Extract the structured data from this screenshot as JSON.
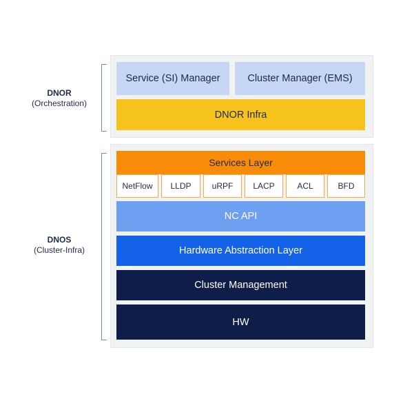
{
  "dnor": {
    "title": "DNOR",
    "subtitle": "(Orchestration)",
    "service_manager": "Service (SI) Manager",
    "cluster_manager": "Cluster Manager (EMS)",
    "infra": "DNOR Infra"
  },
  "dnos": {
    "title": "DNOS",
    "subtitle": "(Cluster-Infra)",
    "services_layer": "Services Layer",
    "protocols": [
      "NetFlow",
      "LLDP",
      "uRPF",
      "LACP",
      "ACL",
      "BFD"
    ],
    "nc_api": "NC API",
    "hal": "Hardware Abstraction Layer",
    "cluster_management": "Cluster Management",
    "hw": "HW"
  },
  "colors": {
    "light_blue": "#c6d6f5",
    "yellow": "#f6c21c",
    "orange": "#f88b07",
    "sky_blue": "#6f9ff0",
    "blue": "#1462e8",
    "navy": "#0e1e48"
  }
}
